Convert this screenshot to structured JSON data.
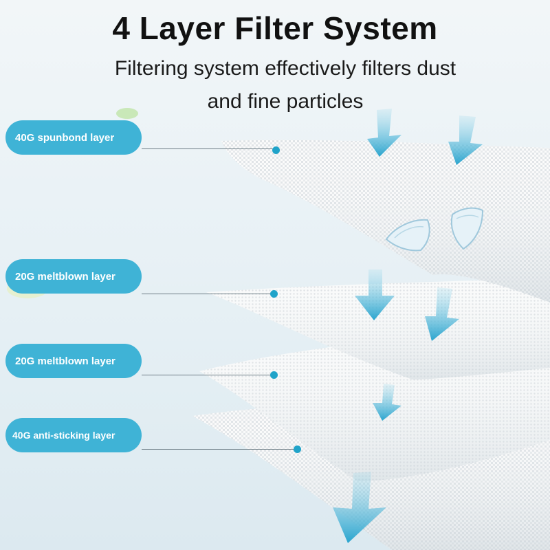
{
  "header": {
    "title": "4 Layer Filter System",
    "subtitle_line1": "Filtering system effectively filters dust",
    "subtitle_line2": "and fine particles"
  },
  "layers": [
    {
      "label": "40G spunbond layer"
    },
    {
      "label": "20G meltblown layer"
    },
    {
      "label": "20G meltblown layer"
    },
    {
      "label": "40G anti-sticking layer"
    }
  ],
  "colors": {
    "label_bg": "#3fb3d6",
    "arrow": "#2aa8d0",
    "dot": "#1fa3c9",
    "fabric": "#f7f8f9"
  },
  "icons": [
    "down-arrow-icon",
    "mask-icon"
  ]
}
